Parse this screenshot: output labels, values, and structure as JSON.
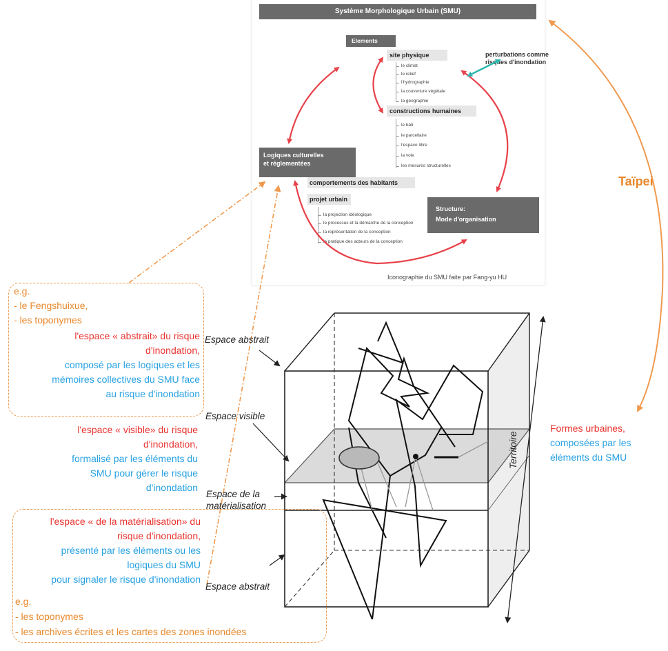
{
  "smu": {
    "title": "Système Morphologique Urbain (SMU)",
    "elements_label": "Elements",
    "site_physique": {
      "label": "site physique",
      "items": [
        "le climat",
        "le relief",
        "l'hydrographie",
        "la couverture végétale",
        "la géographie"
      ]
    },
    "constructions": {
      "label": "constructions humaines",
      "items": [
        "le bâti",
        "le parcellaire",
        "l'espace libre",
        "la voie",
        "les mesures structurelles"
      ]
    },
    "perturbations": [
      "perturbations comme",
      "risques d'inondation"
    ],
    "logiques": [
      "Logiques culturelles",
      "et réglementées"
    ],
    "comportements": "comportements des habitants",
    "projet": {
      "label": "projet urbain",
      "items": [
        "la projection idéologique",
        "le processus et la démarche de la conception",
        "la représentation de la conception",
        "la pratique des acteurs de la conception"
      ]
    },
    "structure": [
      "Structure:",
      "Mode d'organisation"
    ],
    "caption": "Iconographie du SMU faite par Fang-yu HU"
  },
  "taipei": "Taïpei",
  "left_top": {
    "eg": [
      "e.g.",
      "- le Fengshuixue,",
      "- les toponymes"
    ],
    "red": [
      "l'espace « abstrait» du risque",
      "d'inondation,"
    ],
    "blue": [
      "composé par les logiques et les",
      "mémoires collectives du SMU face",
      "au risque d'inondation"
    ]
  },
  "left_mid": {
    "red": [
      "l'espace « visible» du risque",
      "d'inondation,"
    ],
    "blue": [
      "formalisé par les éléments du",
      "SMU pour gérer le risque",
      "d'inondation"
    ]
  },
  "left_bottom": {
    "red": [
      "l'espace « de la matérialisation» du",
      "risque d'inondation,"
    ],
    "blue": [
      "présenté par les éléments ou les",
      "logiques du SMU",
      "pour signaler le risque d'inondation"
    ],
    "eg": [
      "e.g.",
      "- les toponymes",
      "- les archives écrites et les cartes des zones inondées"
    ]
  },
  "cube_labels": {
    "top_abstract": "Espace abstrait",
    "visible": "Espace visible",
    "materialisation": [
      "Espace de la",
      "matérialisation"
    ],
    "bottom_abstract": "Espace abstrait",
    "territoire": "Territoire"
  },
  "formes": {
    "red": "Formes urbaines,",
    "blue": [
      "composées par les",
      "éléments du SMU"
    ]
  },
  "colors": {
    "orange": "#e8882c",
    "red": "#e8332f",
    "blue": "#27a1e2",
    "dark_box": "#6a6a6a",
    "grey_box": "#e6e6e6",
    "teal": "#2fb8b0"
  }
}
